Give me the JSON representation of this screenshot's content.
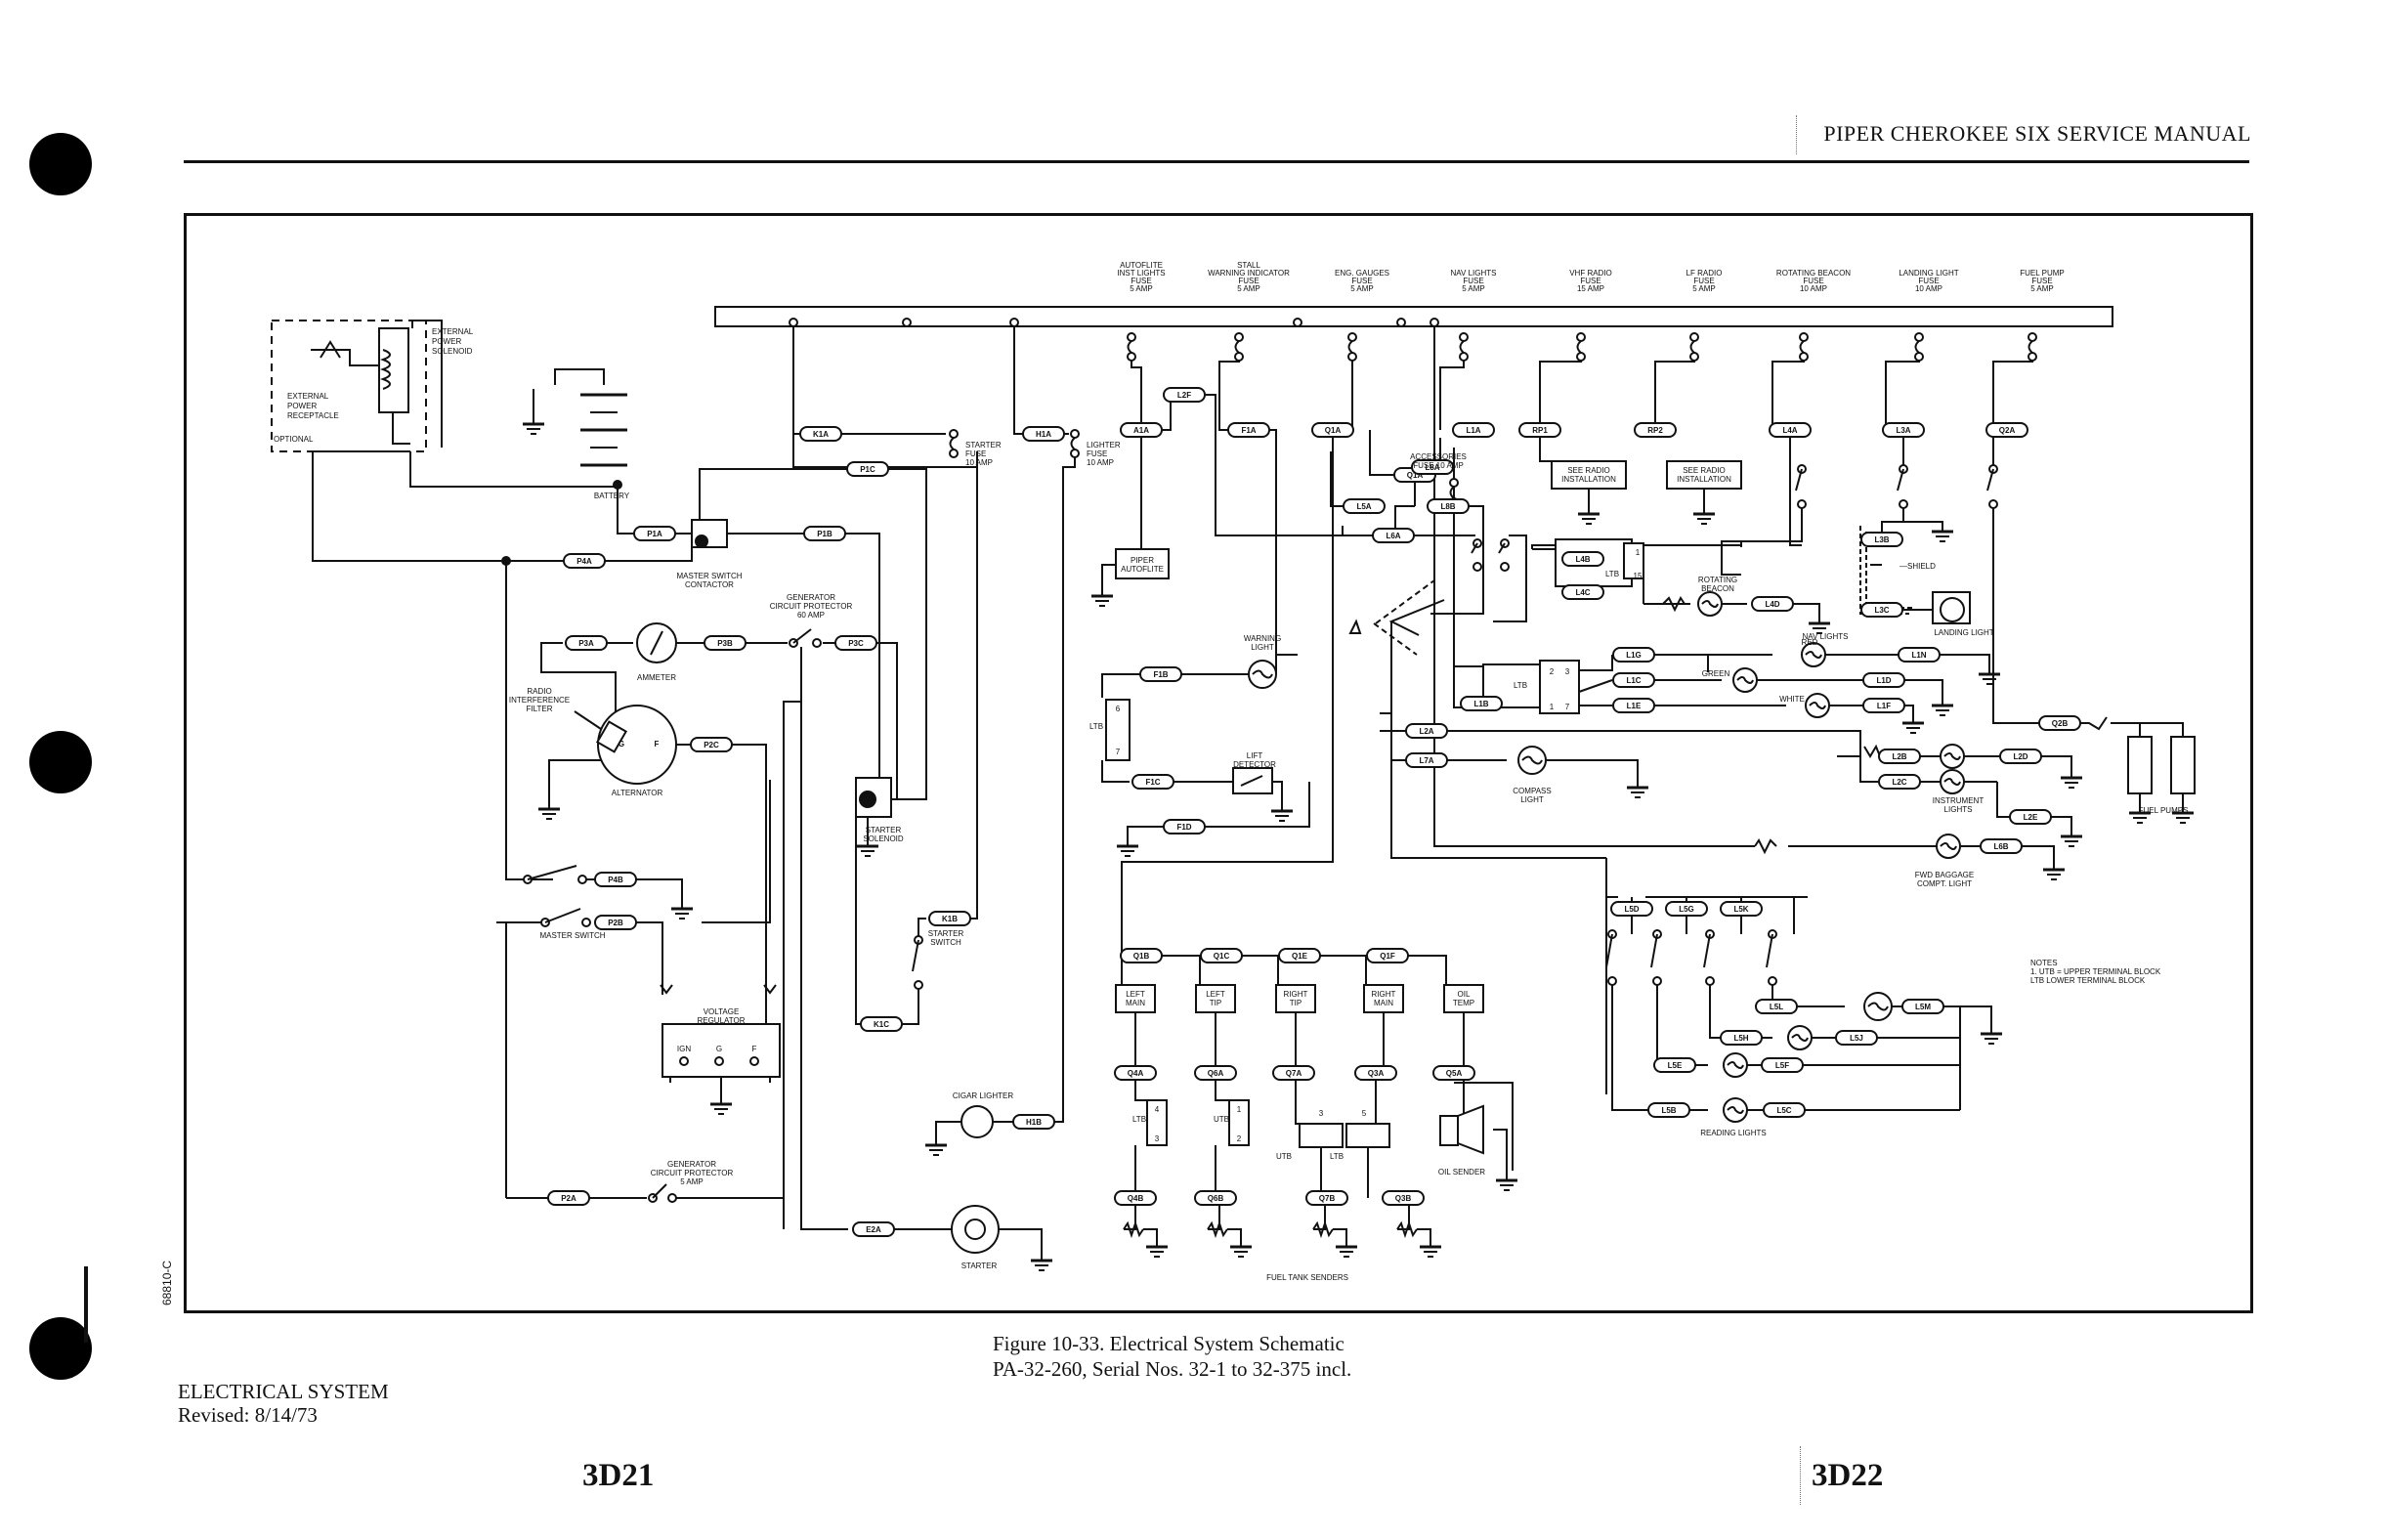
{
  "header": {
    "title": "PIPER CHEROKEE SIX SERVICE MANUAL"
  },
  "figure": {
    "caption_line1": "Figure 10-33.  Electrical System Schematic",
    "caption_line2": "PA-32-260, Serial Nos. 32-1 to 32-375 incl."
  },
  "footer": {
    "section": "ELECTRICAL SYSTEM",
    "revised": "Revised: 8/14/73"
  },
  "pages": {
    "left": "3D21",
    "right": "3D22"
  },
  "side_code": "68810-C",
  "fuses": [
    [
      "AUTOFLITE",
      "INST LIGHTS",
      "FUSE",
      "5 AMP"
    ],
    [
      "STALL",
      "WARNING INDICATOR",
      "FUSE",
      "5 AMP"
    ],
    [
      "ENG. GAUGES",
      "FUSE",
      "5 AMP"
    ],
    [
      "NAV LIGHTS",
      "FUSE",
      "5 AMP"
    ],
    [
      "VHF RADIO",
      "FUSE",
      "15 AMP"
    ],
    [
      "LF RADIO",
      "FUSE",
      "5 AMP"
    ],
    [
      "ROTATING BEACON",
      "FUSE",
      "10 AMP"
    ],
    [
      "LANDING LIGHT",
      "FUSE",
      "10 AMP"
    ],
    [
      "FUEL PUMP",
      "FUSE",
      "5 AMP"
    ]
  ],
  "components": {
    "ext_power": [
      "EXTERNAL",
      "POWER",
      "SOLENOID"
    ],
    "ext_receptacle": [
      "EXTERNAL",
      "POWER",
      "RECEPTACLE"
    ],
    "optional": "OPTIONAL",
    "battery": "BATTERY",
    "master_contactor": [
      "MASTER SWITCH",
      "CONTACTOR"
    ],
    "ammeter": "AMMETER",
    "gen_cp_60": [
      "GENERATOR",
      "CIRCUIT PROTECTOR",
      "60 AMP"
    ],
    "radio_filter": [
      "RADIO",
      "INTERFERENCE",
      "FILTER"
    ],
    "alternator": "ALTERNATOR",
    "master_switch": "MASTER SWITCH",
    "voltage_regulator": [
      "VOLTAGE",
      "REGULATOR"
    ],
    "vr_terminals": [
      "IGN",
      "G",
      "F"
    ],
    "gen_cp_5": [
      "GENERATOR",
      "CIRCUIT PROTECTOR",
      "5 AMP"
    ],
    "starter": "STARTER",
    "starter_solenoid": [
      "STARTER",
      "SOLENOID"
    ],
    "starter_switch": [
      "STARTER",
      "SWITCH"
    ],
    "starter_fuse": [
      "STARTER",
      "FUSE",
      "10 AMP"
    ],
    "lighter_fuse": [
      "LIGHTER",
      "FUSE",
      "10 AMP"
    ],
    "cigar_lighter": "CIGAR LIGHTER",
    "piper_autoflite": [
      "PIPER",
      "AUTOFLITE"
    ],
    "warning_light": [
      "WARNING",
      "LIGHT"
    ],
    "lift_detector": [
      "LIFT",
      "DETECTOR"
    ],
    "accessories_fuse": [
      "ACCESSORIES",
      "FUSE 10 AMP"
    ],
    "radio_install": [
      "SEE RADIO",
      "INSTALLATION"
    ],
    "rotating_beacon": [
      "ROTATING",
      "BEACON"
    ],
    "shield": "SHIELD",
    "landing_light": "LANDING LIGHT",
    "nav_lights": "NAV LIGHTS",
    "red": "RED",
    "green": "GREEN",
    "white": "WHITE",
    "compass_light": [
      "COMPASS",
      "LIGHT"
    ],
    "instrument_lights": [
      "INSTRUMENT",
      "LIGHTS"
    ],
    "fwd_baggage": [
      "FWD BAGGAGE",
      "COMPT. LIGHT"
    ],
    "reading_lights": "READING LIGHTS",
    "fuel_pumps": "FUEL PUMPS",
    "fuel_tank_senders": "FUEL TANK SENDERS",
    "oil_sender": "OIL SENDER",
    "ltb": "LTB",
    "utb": "UTB",
    "notes": [
      "NOTES",
      "1. UTB = UPPER TERMINAL BLOCK",
      "    LTB   LOWER TERMINAL BLOCK"
    ]
  },
  "gauges": [
    [
      "LEFT",
      "MAIN"
    ],
    [
      "LEFT",
      "TIP"
    ],
    [
      "RIGHT",
      "TIP"
    ],
    [
      "RIGHT",
      "MAIN"
    ],
    [
      "OIL",
      "TEMP"
    ]
  ],
  "wire_tags": {
    "p1a": "P1A",
    "p1b": "P1B",
    "p4a": "P4A",
    "p3a": "P3A",
    "p3b": "P3B",
    "p3c": "P3C",
    "p2c": "P2C",
    "p4b": "P4B",
    "p2b": "P2B",
    "p2a": "P2A",
    "e2a": "E2A",
    "k1a": "K1A",
    "k1b": "K1B",
    "k1c": "K1C",
    "h1a": "H1A",
    "h1b": "H1B",
    "p1c": "P1C",
    "a1a": "A1A",
    "l2f": "L2F",
    "f1a": "F1A",
    "q1a": "Q1A",
    "l1a": "L1A",
    "rp1": "RP1",
    "rp2": "RP2",
    "l4a": "L4A",
    "l3a": "L3A",
    "q2a": "Q2A",
    "l8a": "L8A",
    "l8b": "L8B",
    "l5a": "L5A",
    "l6a": "L6A",
    "f1b": "F1B",
    "f1c": "F1C",
    "f1d": "F1D",
    "l4b": "L4B",
    "l4c": "L4C",
    "l4d": "L4D",
    "l3b": "L3B",
    "l3c": "L3C",
    "l1g": "L1G",
    "l1c": "L1C",
    "l1b": "L1B",
    "l1e": "L1E",
    "l1n": "L1N",
    "l1d": "L1D",
    "l1f": "L1F",
    "l2a": "L2A",
    "l7a": "L7A",
    "l2b": "L2B",
    "l2c": "L2C",
    "l2d": "L2D",
    "l2e": "L2E",
    "l6b": "L6B",
    "q2b": "Q2B",
    "l5d": "L5D",
    "l5g": "L5G",
    "l5k": "L5K",
    "l5l": "L5L",
    "l5m": "L5M",
    "l5h": "L5H",
    "l5j": "L5J",
    "l5e": "L5E",
    "l5f": "L5F",
    "l5b": "L5B",
    "l5c": "L5C",
    "q1b": "Q1B",
    "q1c": "Q1C",
    "q1e": "Q1E",
    "q1f": "Q1F",
    "q4a": "Q4A",
    "q6a": "Q6A",
    "q7a": "Q7A",
    "q3a": "Q3A",
    "q5a": "Q5A",
    "q4b": "Q4B",
    "q6b": "Q6B",
    "q7b": "Q7B",
    "q3b": "Q3B"
  }
}
